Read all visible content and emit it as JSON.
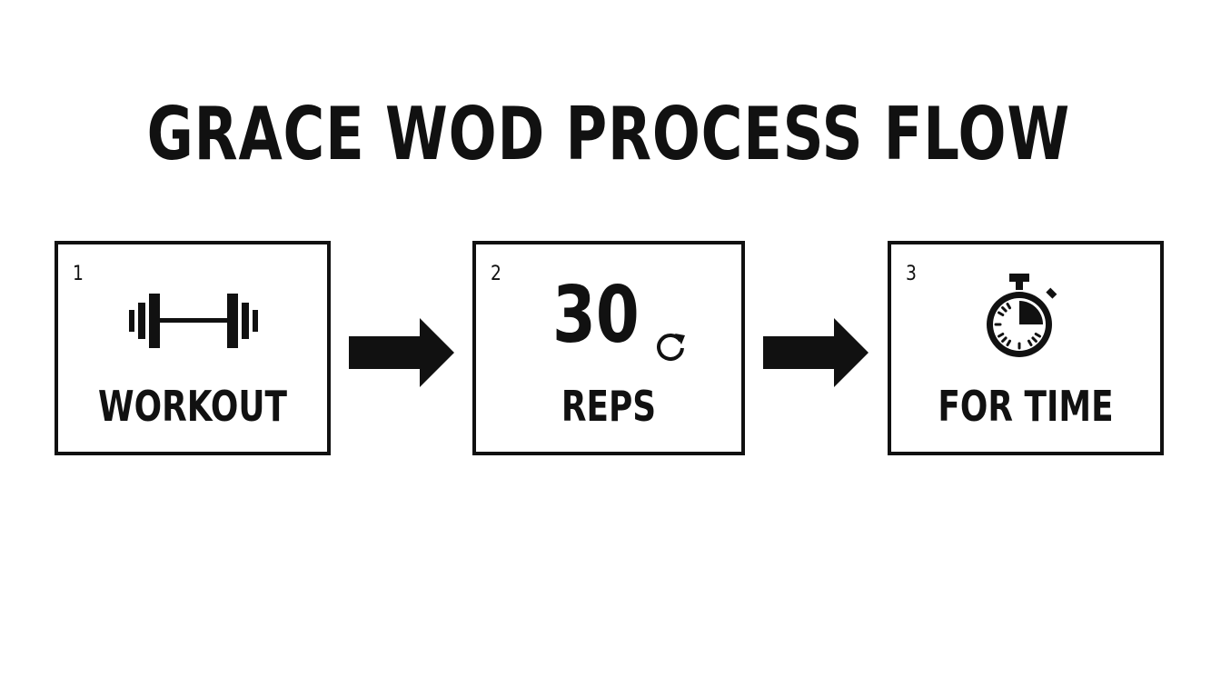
{
  "title": "GRACE WOD PROCESS FLOW",
  "steps": [
    {
      "number": "1",
      "label": "WORKOUT",
      "icon": "barbell-icon"
    },
    {
      "number": "2",
      "value": "30",
      "label": "REPS",
      "icon": "repeat-icon"
    },
    {
      "number": "3",
      "label": "FOR TIME",
      "icon": "stopwatch-icon"
    }
  ],
  "connectors": [
    "arrow-right-icon",
    "arrow-right-icon"
  ],
  "colors": {
    "ink": "#111111",
    "background": "#ffffff"
  }
}
